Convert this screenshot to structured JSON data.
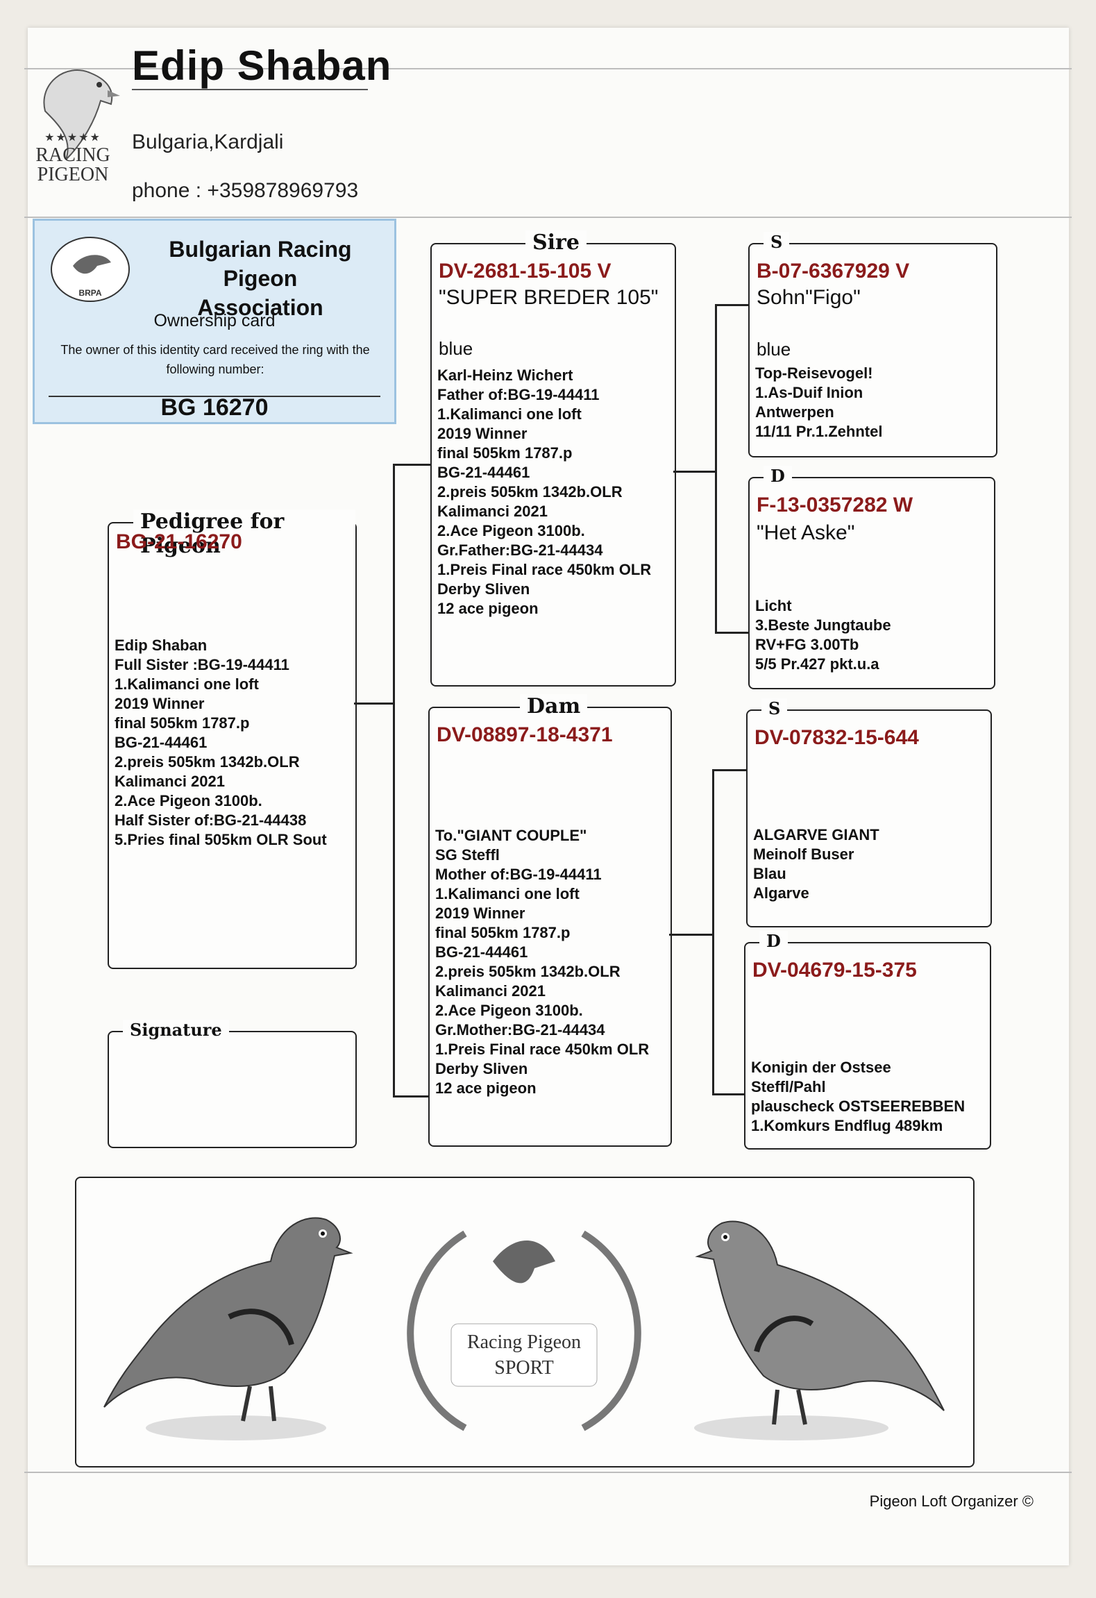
{
  "header": {
    "name": "Edip Shaban",
    "location": "Bulgaria,Kardjali",
    "phone": "phone : +359878969793",
    "logo_line1": "RACING",
    "logo_line2": "PIGEON"
  },
  "ownership_card": {
    "org_line1": "Bulgarian Racing Pigeon",
    "org_line2": "Association",
    "title": "Ownership card",
    "description": "The owner of this identity card received the ring with the following number:",
    "ring": "BG 16270",
    "seal_text": "BRPA"
  },
  "pedigree": {
    "label": "Pedigree for Pigeon",
    "ring": "BG-21-16270",
    "notes": "Edip Shaban\nFull Sister :BG-19-44411\n1.Kalimanci one loft\n2019 Winner\nfinal 505km 1787.p\nBG-21-44461\n2.preis 505km 1342b.OLR\nKalimanci 2021\n2.Ace Pigeon 3100b.\nHalf Sister of:BG-21-44438\n5.Pries final 505km OLR Sout"
  },
  "signature": {
    "label": "Signature"
  },
  "sire": {
    "label": "Sire",
    "ring": "DV-2681-15-105 V",
    "name": "\"SUPER BREDER 105\"",
    "color": "blue",
    "notes": "Karl-Heinz Wichert\nFather of:BG-19-44411\n1.Kalimanci one loft\n2019 Winner\nfinal 505km 1787.p\nBG-21-44461\n2.preis 505km 1342b.OLR\nKalimanci 2021\n2.Ace Pigeon 3100b.\nGr.Father:BG-21-44434\n1.Preis Final race 450km OLR\nDerby Sliven\n12 ace pigeon"
  },
  "dam": {
    "label": "Dam",
    "ring": "DV-08897-18-4371",
    "notes": "To.\"GIANT COUPLE\"\nSG Steffl\nMother of:BG-19-44411\n1.Kalimanci one loft\n2019 Winner\nfinal 505km 1787.p\nBG-21-44461\n2.preis 505km 1342b.OLR\nKalimanci 2021\n2.Ace Pigeon 3100b.\nGr.Mother:BG-21-44434\n1.Preis Final race 450km OLR\nDerby Sliven\n12 ace pigeon"
  },
  "sire_sire": {
    "label": "S",
    "ring": "B-07-6367929 V",
    "name": "Sohn\"Figo\"",
    "color": "blue",
    "notes": "Top-Reisevogel!\n1.As-Duif Inion\nAntwerpen\n11/11 Pr.1.Zehntel"
  },
  "sire_dam": {
    "label": "D",
    "ring": "F-13-0357282 W",
    "name": "\"Het Aske\"",
    "notes": "Licht\n3.Beste Jungtaube\nRV+FG 3.00Tb\n5/5 Pr.427 pkt.u.a"
  },
  "dam_sire": {
    "label": "S",
    "ring": "DV-07832-15-644",
    "notes": "ALGARVE GIANT\nMeinolf Buser\nBlau\nAlgarve"
  },
  "dam_dam": {
    "label": "D",
    "ring": "DV-04679-15-375",
    "notes": "Konigin der Ostsee\nSteffl/Pahl\nplauscheck OSTSEEREBBEN\n1.Komkurs Endflug 489km"
  },
  "banner": {
    "wreath_line1": "Racing Pigeon",
    "wreath_line2": "SPORT"
  },
  "footer": {
    "copyright": "Pigeon Loft Organizer ©"
  }
}
